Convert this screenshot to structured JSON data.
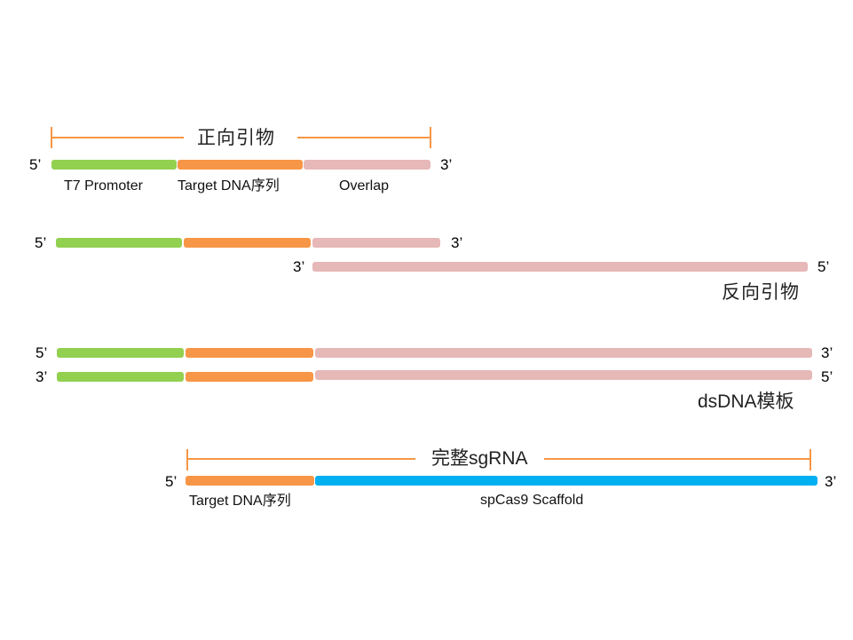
{
  "forward_primer": {
    "title": "正向引物",
    "left_end": "5’",
    "right_end": "3’",
    "segments": [
      {
        "name": "T7 Promoter",
        "color": "#92d050"
      },
      {
        "name": "Target DNA序列",
        "color": "#f79646"
      },
      {
        "name": "Overlap",
        "color": "#e6b8b7"
      }
    ]
  },
  "primer_pair": {
    "forward_left_end": "5’",
    "forward_right_end": "3’",
    "reverse_left_end": "3’",
    "reverse_right_end": "5’",
    "reverse_label": "反向引物"
  },
  "dsdna": {
    "top_left_end": "5’",
    "top_right_end": "3’",
    "bottom_left_end": "3’",
    "bottom_right_end": "5’",
    "label": "dsDNA模板"
  },
  "sgrna": {
    "title": "完整sgRNA",
    "left_end": "5’",
    "right_end": "3’",
    "segments": [
      {
        "name": "Target DNA序列",
        "color": "#f79646"
      },
      {
        "name": "spCas9 Scaffold",
        "color": "#00b0f0"
      }
    ]
  }
}
